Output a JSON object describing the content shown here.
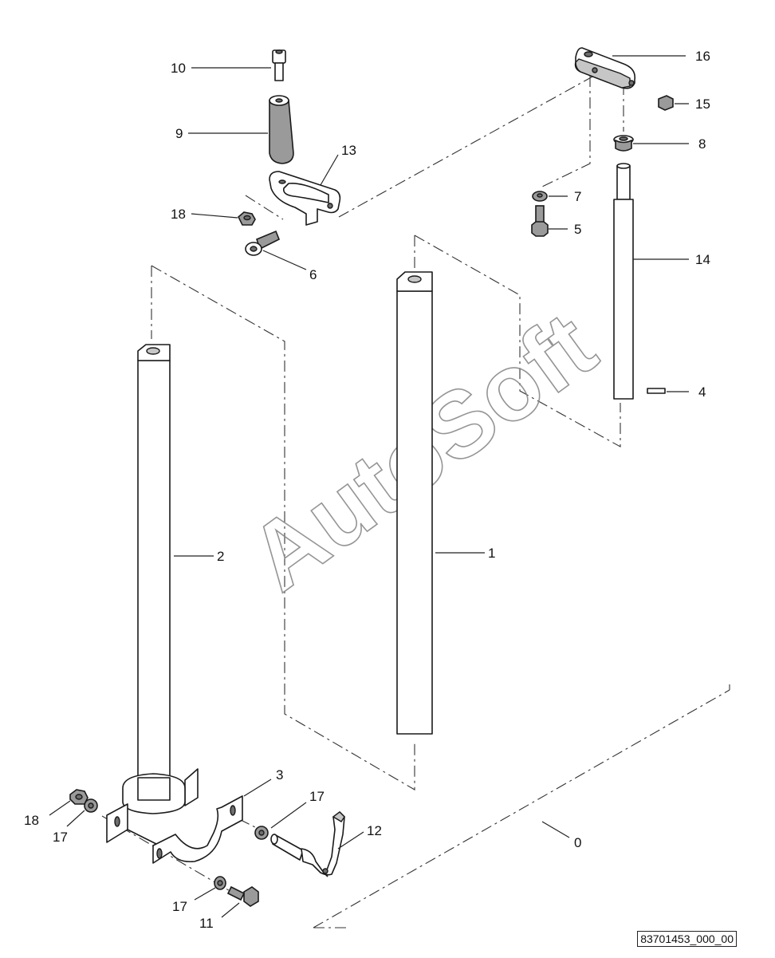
{
  "watermark": "AutoSoft",
  "reference_code": "83701453_000_00",
  "callouts": {
    "c0": "0",
    "c1": "1",
    "c2": "2",
    "c3": "3",
    "c4": "4",
    "c5": "5",
    "c6": "6",
    "c7": "7",
    "c8": "8",
    "c9": "9",
    "c10": "10",
    "c11": "11",
    "c12": "12",
    "c13": "13",
    "c14": "14",
    "c15": "15",
    "c16": "16",
    "c17a": "17",
    "c17b": "17",
    "c17c": "17",
    "c18a": "18",
    "c18b": "18"
  },
  "colors": {
    "line": "#1a1a1a",
    "shade": "#9a9a9a",
    "watermark": "#8a8a8a",
    "background": "#ffffff"
  }
}
